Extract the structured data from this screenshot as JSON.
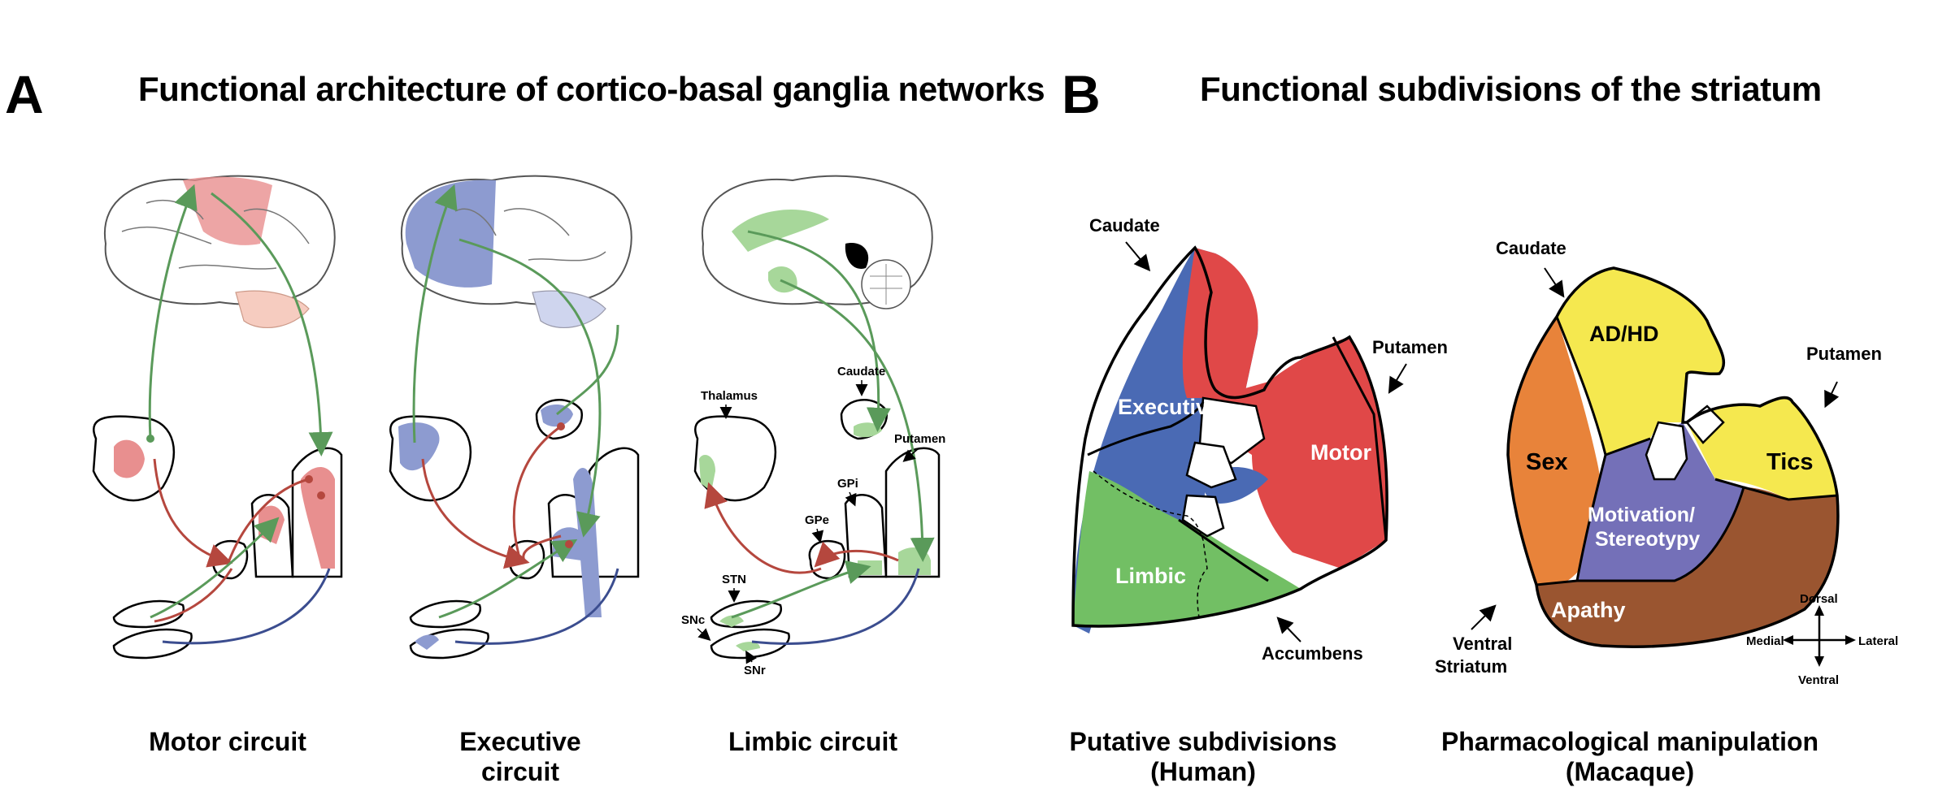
{
  "panel_a": {
    "letter": "A",
    "title": "Functional architecture of cortico-basal ganglia networks",
    "circuits": [
      {
        "caption": "Motor circuit",
        "color": "#e88f8f"
      },
      {
        "caption": "Executive circuit",
        "color": "#8d9bd0"
      },
      {
        "caption": "Limbic circuit",
        "color": "#a7d79a"
      }
    ],
    "labels": {
      "thalamus": "Thalamus",
      "caudate": "Caudate",
      "putamen": "Putamen",
      "gpi": "GPi",
      "gpe": "GPe",
      "stn": "STN",
      "snc": "SNc",
      "snr": "SNr"
    },
    "pathway_colors": {
      "cortical": "#5a9a5a",
      "thalamic": "#b5473e",
      "nigral": "#3b4d8f"
    }
  },
  "panel_b": {
    "letter": "B",
    "title": "Functional subdivisions of the striatum",
    "human": {
      "caption": "Putative subdivisions (Human)",
      "caudate": "Caudate",
      "putamen": "Putamen",
      "accumbens": "Accumbens",
      "regions": {
        "executive": "Executive",
        "motor": "Motor",
        "limbic": "Limbic"
      },
      "colors": {
        "executive": "#4a6ab4",
        "motor": "#e04848",
        "limbic": "#72bf64"
      }
    },
    "macaque": {
      "caption": "Pharmacological manipulation (Macaque)",
      "caudate": "Caudate",
      "putamen": "Putamen",
      "ventral": "Ventral",
      "striatum": "Striatum",
      "regions": {
        "adhd": "AD/HD",
        "sex": "Sex",
        "tics": "Tics",
        "motivation": "Motivation/",
        "stereotypy": "Stereotypy",
        "apathy": "Apathy"
      },
      "colors": {
        "adhd": "#f5e84f",
        "sex": "#e8833a",
        "tics": "#f5e84f",
        "motivation": "#7470b8",
        "apathy": "#9a5530"
      }
    },
    "compass": {
      "dorsal": "Dorsal",
      "ventral": "Ventral",
      "medial": "Medial",
      "lateral": "Lateral"
    }
  }
}
